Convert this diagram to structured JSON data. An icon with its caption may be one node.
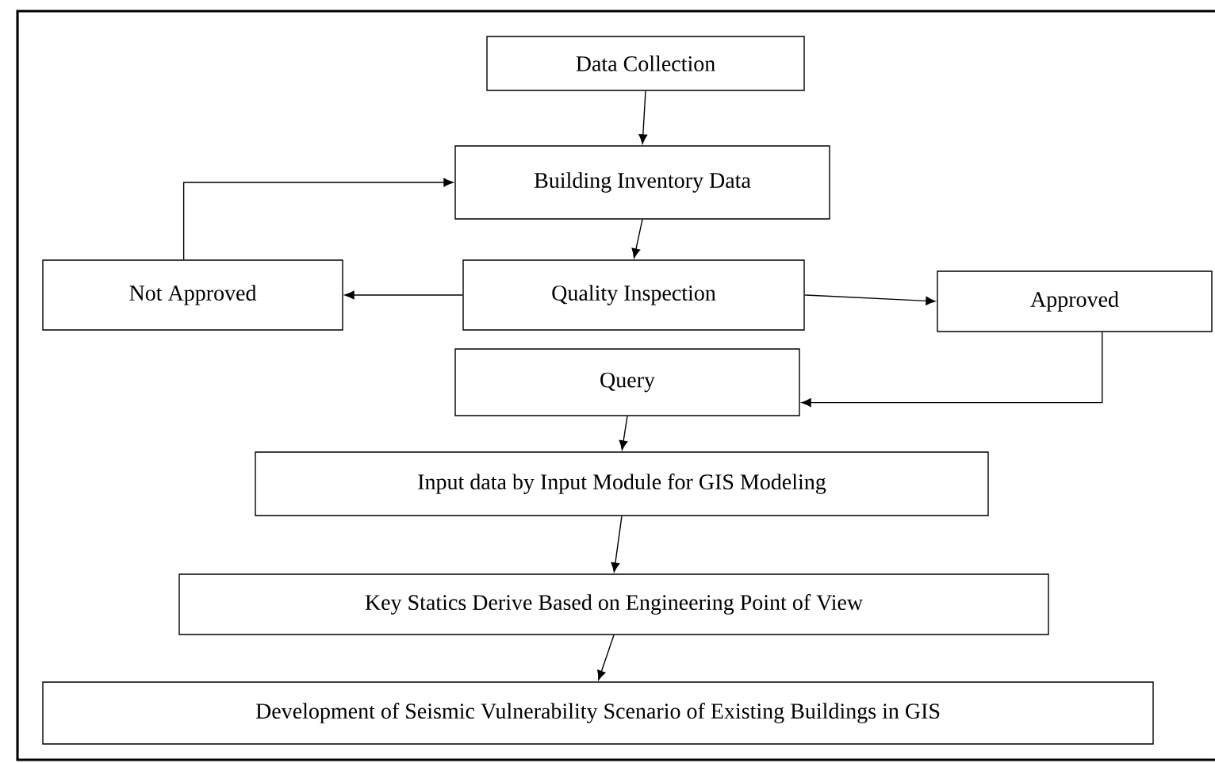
{
  "diagram": {
    "nodes": [
      {
        "text": [
          "Data Collection"
        ]
      },
      {
        "text": [
          "Building Inventory Data"
        ]
      },
      {
        "text": [
          "Not Approved"
        ]
      },
      {
        "text": [
          "Quality Inspection"
        ]
      },
      {
        "text": [
          "Approved"
        ]
      },
      {
        "text": [
          "Query"
        ]
      },
      {
        "text": [
          "Input data by Input Module for GIS Modeling"
        ]
      },
      {
        "text": [
          "Key Statics Derive Based on Engineering Point of View"
        ]
      },
      {
        "text": [
          "Development of Seismic Vulnerability Scenario of Existing Buildings in GIS"
        ]
      }
    ],
    "edges": [
      {
        "from": 0,
        "to": 1,
        "arrow": "to"
      },
      {
        "from": 1,
        "to": 3,
        "arrow": "to"
      },
      {
        "from": 3,
        "to": 2,
        "arrow": "to"
      },
      {
        "from": 3,
        "to": 4,
        "arrow": "to"
      },
      {
        "from": 2,
        "to": 1,
        "arrow": "to"
      },
      {
        "from": 4,
        "to": 5,
        "arrow": "to"
      },
      {
        "from": 5,
        "to": 6,
        "arrow": "to"
      },
      {
        "from": 6,
        "to": 7,
        "arrow": "to"
      },
      {
        "from": 7,
        "to": 8,
        "arrow": "to"
      }
    ]
  }
}
